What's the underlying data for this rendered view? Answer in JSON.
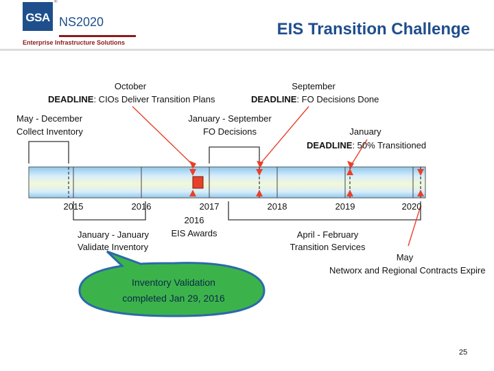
{
  "header": {
    "logo_text": "GSA",
    "logo_mark": "®",
    "program": "NS2020",
    "subtitle": "Enterprise Infrastructure Solutions",
    "title": "EIS Transition Challenge"
  },
  "timeline": {
    "years": [
      "2015",
      "2016",
      "2017",
      "2018",
      "2019",
      "2020"
    ]
  },
  "annotations": {
    "deadline_cio": {
      "month": "October",
      "prefix": "DEADLINE",
      "text": ": CIOs Deliver Transition Plans"
    },
    "deadline_fo": {
      "month": "September",
      "prefix": "DEADLINE",
      "text": ":  FO Decisions Done"
    },
    "collect_inventory": {
      "line1": "May - December",
      "line2": "Collect Inventory"
    },
    "fo_decisions": {
      "line1": "January - September",
      "line2": "FO Decisions"
    },
    "deadline_50": {
      "month": "January",
      "prefix": "DEADLINE",
      "text": ": 50% Transitioned"
    },
    "awards": {
      "line1": "2016",
      "line2": "EIS Awards"
    },
    "validate_inventory": {
      "line1": "January - January",
      "line2": "Validate Inventory"
    },
    "transition_services": {
      "line1": "April - February",
      "line2": "Transition Services"
    },
    "expire": {
      "line1": "May",
      "line2": "Networx and Regional Contracts Expire"
    }
  },
  "callout": {
    "line1": "Inventory Validation",
    "line2": "completed Jan 29, 2016"
  },
  "page_number": "25",
  "colors": {
    "brand_blue": "#1f4e8c",
    "brand_red": "#8b1a1a",
    "marker_red": "#e8412a",
    "callout_green": "#3cb34a",
    "callout_border": "#2a6aa8"
  }
}
